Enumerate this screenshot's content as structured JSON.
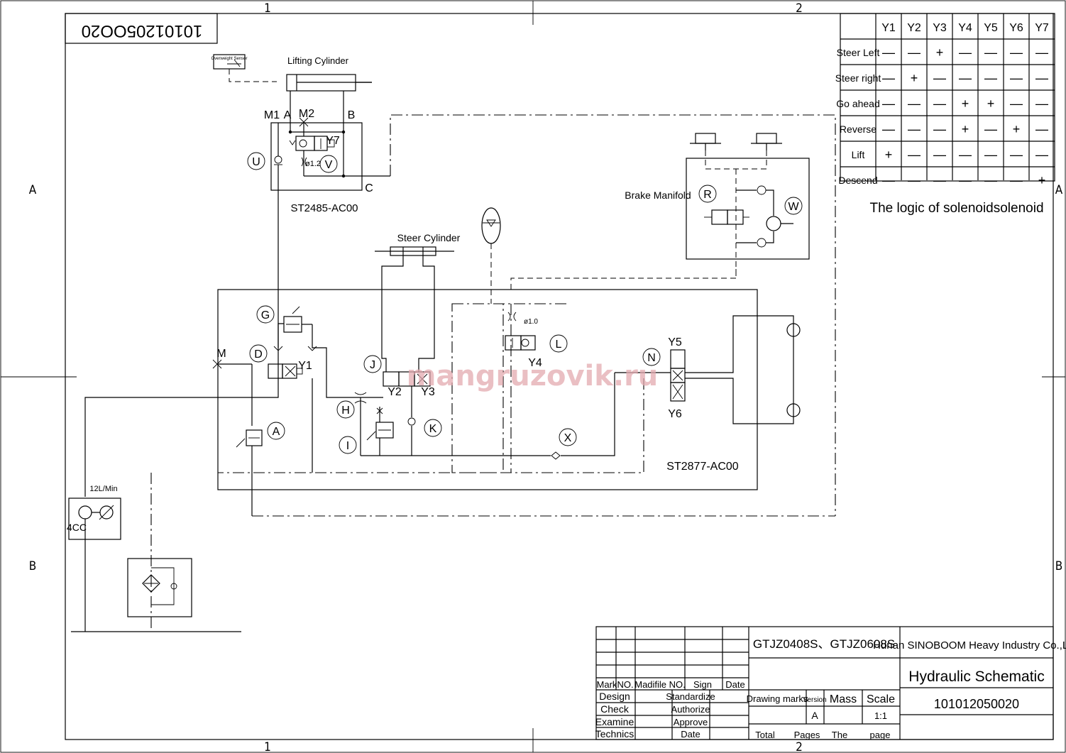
{
  "sheet": {
    "drawing_code_mirrored": "10101205OO20",
    "zone_cols": [
      "1",
      "2"
    ],
    "zone_rows": [
      "A",
      "B"
    ],
    "watermark": "mangruzovik.ru"
  },
  "labels": {
    "overweight_sensor": "Overweight Sensor",
    "lifting_cylinder": "Lifting Cylinder",
    "m1": "M1",
    "a": "A",
    "m2": "M2",
    "b": "B",
    "c": "C",
    "y7": "Y7",
    "orifice_12": "ø1.2",
    "manifold_top": "ST2485-AC00",
    "steer_cylinder": "Steer Cylinder",
    "brake_manifold": "Brake Manifold",
    "main_manifold": "ST2877-AC00",
    "orifice_10": "ø1.0",
    "m": "M",
    "y1": "Y1",
    "y2": "Y2",
    "y3": "Y3",
    "y4": "Y4",
    "y5": "Y5",
    "y6": "Y6",
    "pump_flow": "12L/Min",
    "pump_disp": "4CC"
  },
  "circles": [
    "U",
    "V",
    "G",
    "D",
    "J",
    "L",
    "N",
    "R",
    "W",
    "A",
    "H",
    "I",
    "K",
    "X"
  ],
  "logic_table": {
    "caption": "The logic of solenoidsolenoid",
    "columns": [
      "Y1",
      "Y2",
      "Y3",
      "Y4",
      "Y5",
      "Y6",
      "Y7"
    ],
    "rows": [
      {
        "name": "Steer Left",
        "cells": [
          "—",
          "—",
          "+",
          "—",
          "—",
          "—",
          "—"
        ]
      },
      {
        "name": "Steer right",
        "cells": [
          "—",
          "+",
          "—",
          "—",
          "—",
          "—",
          "—"
        ]
      },
      {
        "name": "Go ahead",
        "cells": [
          "—",
          "—",
          "—",
          "+",
          "+",
          "—",
          "—"
        ]
      },
      {
        "name": "Reverse",
        "cells": [
          "—",
          "—",
          "—",
          "+",
          "—",
          "+",
          "—"
        ]
      },
      {
        "name": "Lift",
        "cells": [
          "+",
          "—",
          "—",
          "—",
          "—",
          "—",
          "—"
        ]
      },
      {
        "name": "Descend",
        "cells": [
          "—",
          "—",
          "—",
          "—",
          "—",
          "—",
          "+"
        ]
      }
    ]
  },
  "title_block": {
    "model": "GTJZ0408S、GTJZ0608S",
    "company": "Hunan SINOBOOM Heavy Industry Co.,Ltd.",
    "title": "Hydraulic Schematic",
    "number": "101012050020",
    "rev_header": [
      "Mark",
      "NO.",
      "Madifile NO.",
      "Sign",
      "Date"
    ],
    "roles_left": [
      "Design",
      "Check",
      "Examine",
      "Technics"
    ],
    "roles_right": [
      "Standardize",
      "Authorize",
      "Approve",
      "Date"
    ],
    "drawing_marks": "Drawing marks",
    "version": "Version",
    "mass": "Mass",
    "scale": "Scale",
    "version_value": "A",
    "scale_value": "1:1",
    "total": "Total",
    "pages": "Pages",
    "the": "The",
    "page": "page"
  }
}
